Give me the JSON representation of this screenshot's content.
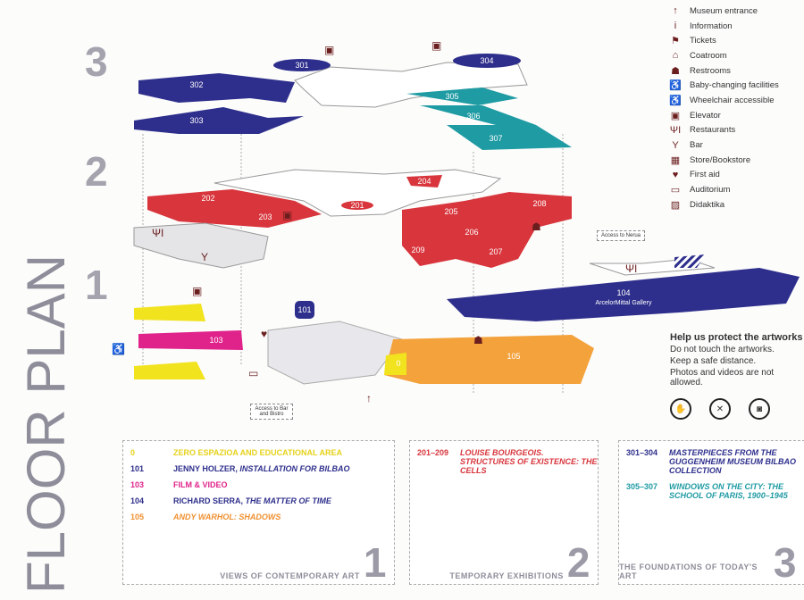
{
  "title": "FLOOR PLAN",
  "floor_numbers": [
    "3",
    "2",
    "1"
  ],
  "colors": {
    "navy": "#2e2f8c",
    "teal": "#1e9ba3",
    "red": "#d8353c",
    "yellow": "#f2e31f",
    "magenta": "#e0238b",
    "orange": "#f4a23b",
    "gray": "#9b9aa6",
    "icon": "#6b1e1e"
  },
  "rooms": {
    "r301": "301",
    "r302": "302",
    "r303": "303",
    "r304": "304",
    "r305": "305",
    "r306": "306",
    "r307": "307",
    "r201": "201",
    "r202": "202",
    "r203": "203",
    "r204": "204",
    "r205": "205",
    "r206": "206",
    "r207": "207",
    "r208": "208",
    "r209": "209",
    "r0": "0",
    "r101": "101",
    "r103": "103",
    "r104": "104",
    "r104_sub": "ArcelorMittal Gallery",
    "r105": "105"
  },
  "callouts": {
    "nerua": "Access to Nerua",
    "bar_bistro": "Access to Bar and Bistro"
  },
  "legend": [
    {
      "icon": "arrow-up-icon",
      "glyph": "↑",
      "label": "Museum entrance"
    },
    {
      "icon": "information-icon",
      "glyph": "i",
      "label": "Information"
    },
    {
      "icon": "tickets-icon",
      "glyph": "⚑",
      "label": "Tickets"
    },
    {
      "icon": "coatroom-icon",
      "glyph": "⌂",
      "label": "Coatroom"
    },
    {
      "icon": "restrooms-icon",
      "glyph": "☗",
      "label": "Restrooms"
    },
    {
      "icon": "baby-changing-icon",
      "glyph": "♿",
      "label": "Baby-changing facilities"
    },
    {
      "icon": "wheelchair-icon",
      "glyph": "♿",
      "label": "Wheelchair accessible"
    },
    {
      "icon": "elevator-icon",
      "glyph": "▣",
      "label": "Elevator"
    },
    {
      "icon": "restaurant-icon",
      "glyph": "ΨΙ",
      "label": "Restaurants"
    },
    {
      "icon": "bar-icon",
      "glyph": "Y",
      "label": "Bar"
    },
    {
      "icon": "store-icon",
      "glyph": "▦",
      "label": "Store/Bookstore"
    },
    {
      "icon": "first-aid-icon",
      "glyph": "♥",
      "label": "First aid"
    },
    {
      "icon": "auditorium-icon",
      "glyph": "▭",
      "label": "Auditorium"
    },
    {
      "icon": "didaktika-icon",
      "glyph": "▨",
      "label": "Didaktika"
    }
  ],
  "protect": {
    "title": "Help us protect the artworks",
    "lines": [
      "Do not touch the artworks.",
      "Keep a safe distance.",
      "Photos and videos are not allowed."
    ]
  },
  "boxes": [
    {
      "items": [
        {
          "num": "0",
          "name": "Zero Espazioa and Educational Area",
          "color": "#e6d21a"
        },
        {
          "num": "101",
          "name": "Jenny Holzer, ",
          "name_i": "Installation for Bilbao",
          "color": "#2e2f8c"
        },
        {
          "num": "103",
          "name": "Film & Video",
          "color": "#e0238b"
        },
        {
          "num": "104",
          "name": "Richard Serra, ",
          "name_i": "The Matter of Time",
          "color": "#2e2f8c"
        },
        {
          "num": "105",
          "name": "",
          "name_i": "Andy Warhol: Shadows",
          "color": "#f09030"
        }
      ],
      "caption": "VIEWS OF CONTEMPORARY ART",
      "big": "1"
    },
    {
      "items": [
        {
          "num": "201–209",
          "name": "",
          "name_i": "Louise Bourgeois. Structures of Existence: The Cells",
          "color": "#d8353c"
        }
      ],
      "caption": "TEMPORARY EXHIBITIONS",
      "big": "2"
    },
    {
      "items": [
        {
          "num": "301–304",
          "name": "",
          "name_i": "Masterpieces from the Guggenheim Museum Bilbao Collection",
          "color": "#2e2f8c"
        },
        {
          "num": "305–307",
          "name": "",
          "name_i": "Windows on the City: The School of Paris, 1900–1945",
          "color": "#1e9ba3"
        }
      ],
      "caption": "THE FOUNDATIONS OF TODAY'S ART",
      "big": "3"
    }
  ]
}
